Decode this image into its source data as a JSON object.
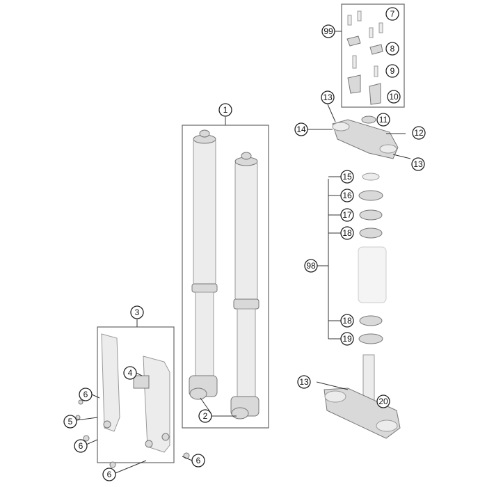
{
  "callouts": {
    "c1": "1",
    "c2": "2",
    "c3": "3",
    "c4": "4",
    "c5": "5",
    "c6a": "6",
    "c6b": "6",
    "c6c": "6",
    "c6d": "6",
    "c7": "7",
    "c8": "8",
    "c9": "9",
    "c10": "10",
    "c99": "99",
    "c11": "11",
    "c12": "12",
    "c13a": "13",
    "c13b": "13",
    "c13c": "13",
    "c14": "14",
    "c15": "15",
    "c16": "16",
    "c17": "17",
    "c18a": "18",
    "c18b": "18",
    "c19": "19",
    "c98": "98",
    "c20": "20"
  }
}
